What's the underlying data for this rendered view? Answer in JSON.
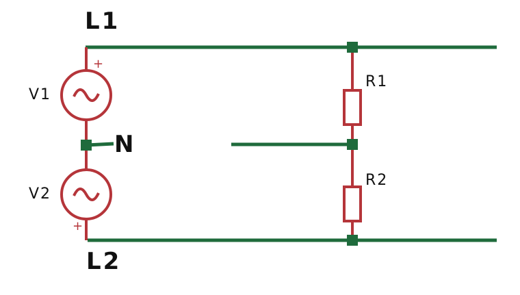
{
  "labels": {
    "l1": "L1",
    "l2": "L2",
    "n": "N",
    "v1": "V1",
    "v2": "V2",
    "r1": "R1",
    "r2": "R2",
    "v1_polarity": "+",
    "v2_polarity": "+"
  },
  "colors": {
    "wire": "#1f6b3c",
    "component": "#b5353a",
    "text": "#111111"
  }
}
